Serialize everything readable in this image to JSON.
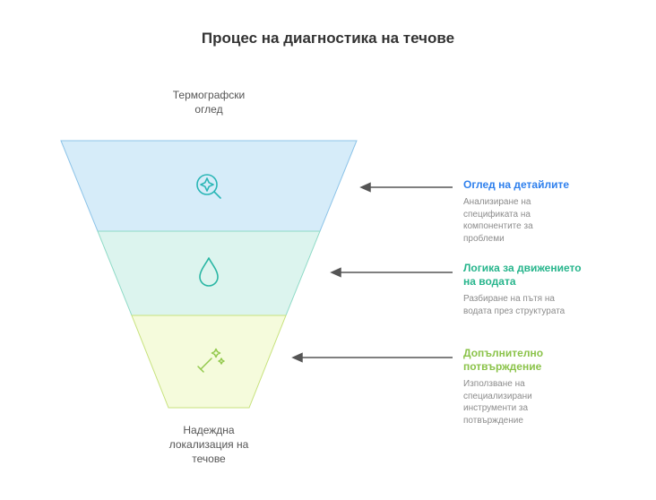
{
  "title": "Процес на диагностика на течове",
  "funnel": {
    "top_label": "Термографски оглед",
    "bottom_label": "Надеждна локализация на течове",
    "stages": [
      {
        "name": "thermographic-inspection",
        "fill": "#d6ecf9",
        "stroke": "#8cc3e8",
        "icon": "magnifier-sparkle-icon",
        "icon_color": "#2ab6b6"
      },
      {
        "name": "water-movement-logic",
        "fill": "#dcf4ee",
        "stroke": "#8edac6",
        "icon": "water-drop-icon",
        "icon_color": "#2ab6a4"
      },
      {
        "name": "additional-confirmation",
        "fill": "#f5fbdc",
        "stroke": "#c7e27d",
        "icon": "spray-sparkle-icon",
        "icon_color": "#93c94d"
      }
    ]
  },
  "annotations": [
    {
      "title": "Оглед на детайлите",
      "color": "#2f80ed",
      "description": "Анализиране на спецификата на компонентите за проблеми"
    },
    {
      "title": "Логика за движението на водата",
      "color": "#27b58c",
      "description": "Разбиране на пътя на водата през структурата"
    },
    {
      "title": "Допълнително потвърждение",
      "color": "#8bc34a",
      "description": "Използване на специализирани инструменти за потвърждение"
    }
  ],
  "arrow_color": "#555555"
}
